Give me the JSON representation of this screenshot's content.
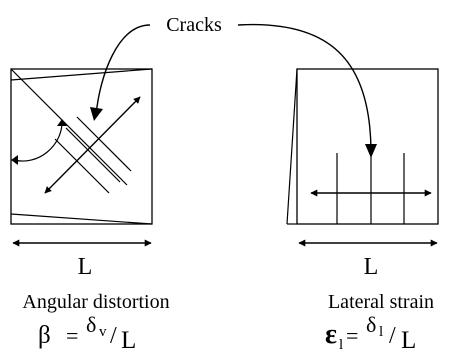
{
  "cracks_label": "Cracks",
  "left_panel": {
    "length_label": "L",
    "caption": "Angular distortion",
    "formula": {
      "symbol": "β",
      "equals": "=",
      "num": "δ",
      "num_sub": "v",
      "slash": "/",
      "den": "L"
    }
  },
  "right_panel": {
    "length_label": "L",
    "caption": "Lateral strain",
    "formula": {
      "symbol": "ε",
      "sym_sub": "l",
      "equals": "=",
      "num": "δ",
      "num_sub": "l",
      "slash": "/",
      "den": "L"
    }
  }
}
